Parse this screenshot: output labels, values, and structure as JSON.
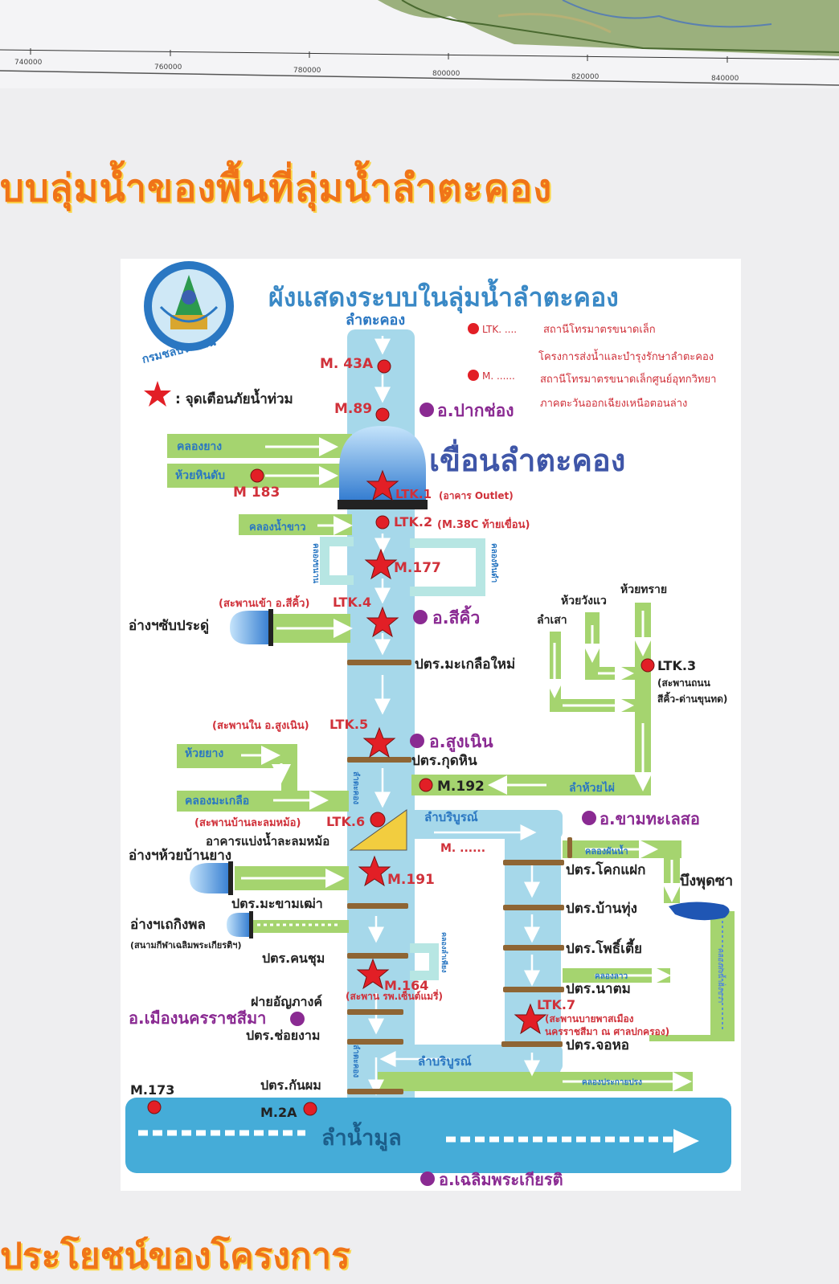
{
  "page_title": "บบลุ่มน้ำของพื้นที่ลุ่มน้ำลำตะคอง",
  "bottom_heading": "ประโยชน์ของโครงการ",
  "map_ticks": [
    "740000",
    "760000",
    "780000",
    "800000",
    "820000",
    "840000"
  ],
  "diagram": {
    "title": "ผังแสดงระบบในลุ่มน้ำลำตะคอง",
    "logo_text": "กรมชลประทาน",
    "river_top": "ลำตะคอง",
    "dam_label": "เขื่อนลำตะคอง",
    "legend": {
      "ltk_code": "LTK. ....",
      "ltk_line1": "สถานีโทรมาตรขนาดเล็ก",
      "ltk_line2": "โครงการส่งน้ำและบำรุงรักษาลำตะคอง",
      "m_code": "M. ......",
      "m_line1": "สถานีโทรมาตรขนาดเล็กศูนย์อุทกวิทยา",
      "m_line2": "ภาคตะวันออกเฉียงเหนือตอนล่าง",
      "flood_warning": ": จุดเตือนภัยน้ำท่วม"
    },
    "stations": {
      "m43a": "M. 43A",
      "m89": "M.89",
      "m183": "M 183",
      "ltk1": "LTK.1",
      "ltk1_note": "(อาคาร Outlet)",
      "ltk2": "LTK.2",
      "ltk2_note": "(M.38C ท้ายเขื่อน)",
      "m177": "M.177",
      "ltk4_note": "(สะพานเข้า อ.สีคิ้ว)",
      "ltk4": "LTK.4",
      "ltk3": "LTK.3",
      "ltk3_note1": "(สะพานถนน",
      "ltk3_note2": "สีคิ้ว-ด่านขุนทด)",
      "ltk5_note": "(สะพานใน อ.สูงเนิน)",
      "ltk5": "LTK.5",
      "m192": "M.192",
      "ltk6_note": "(สะพานบ้านละลมหม้อ)",
      "ltk6": "LTK.6",
      "m_blank": "M. ......",
      "m191": "M.191",
      "m164": "M.164",
      "m164_note": "(สะพาน รพ.เซ็นต์แมรี่)",
      "ltk7": "LTK.7",
      "ltk7_note1": "(สะพานบายพาสเมือง",
      "ltk7_note2": "นครราชสีมา ณ ศาลปกครอง)",
      "m173": "M.173",
      "m2a": "M.2A"
    },
    "districts": {
      "pak_chong": "อ.ปากช่อง",
      "sikhio": "อ.สีคิ้ว",
      "sung_noen": "อ.สูงเนิน",
      "kham_thale_so": "อ.ขามทะเลสอ",
      "mueang": "อ.เมืองนครราชสีมา",
      "chaloem": "อ.เฉลิมพระเกียรติ"
    },
    "tributaries": {
      "khlong_yang": "คลองยาง",
      "huai_hin_dap": "ห้วยหินดับ",
      "khlong_nam_khao": "คลองน้ำขาว",
      "khlong_left_loop": "คลองขนาน",
      "khlong_right_loop": "คลองหินดำ",
      "huai_wang_wae": "ห้วยวังแว",
      "huai_sai": "ห้วยทราย",
      "lam_sao": "ลำเสา",
      "huai_yang": "ห้วยยาง",
      "khlong_ma_kluea": "คลองมะเกลือ",
      "lam_huai_phai": "ลำห้วยไผ่",
      "lam_boriboon_top": "ลำบริบูรณ์",
      "lam_boriboon_bottom": "ลำบริบูรณ์",
      "khlong_phan_nam": "คลองผันน้ำ",
      "khlong_lao": "คลองลาว",
      "khlong_prakai": "คลองประกายปรง",
      "lam_takhong_side1": "ลำตะคอง",
      "lam_takhong_side2": "ลำตะคอง",
      "khlong_side_small": "คลองลำเพียง",
      "right_vertical": "คลองส่งน้ำฝั่งขวา"
    },
    "reservoirs": {
      "sap_pradu": "อ่างฯซับประดู่",
      "huai_ban_yang": "อ่างฯห้วยบ้านยาง",
      "koeng_phon": "อ่างฯเถกิงพล",
      "koeng_phon_note": "(สนามกีฬาเฉลิมพระเกียรติฯ)"
    },
    "regulators": {
      "ma_kluea_mai": "ปตร.มะเกลือใหม่",
      "kut_hin": "ปตร.กุดหิน",
      "lalom_mo": "อาคารแบ่งน้ำละลมหม้อ",
      "ma_kham_thao": "ปตร.มะขามเฒ่า",
      "khon_chum": "ปตร.คนชุม",
      "fai_anyang": "ฝายอัญภางค์",
      "choi_ngam": "ปตร.ช่อยงาม",
      "kan_phom": "ปตร.กันผม",
      "khok_faek": "ปตร.โคกแฝก",
      "ban_thung": "ปตร.บ้านทุ่ง",
      "pho_tia": "ปตร.โพธิ์เตี้ย",
      "na_tom": "ปตร.นาตม",
      "cho_ho": "ปตร.จอหอ"
    },
    "bueng_phutsa": "บึงพุดซา",
    "lam_nam_mun": "ลำน้ำมูล"
  },
  "colors": {
    "title_orange": "#f07418",
    "title_shadow": "#fbd64a",
    "river_blue": "#a6d8ea",
    "mun_blue": "#45acd8",
    "tributary_green": "#a5d46f",
    "station_red": "#e21f26",
    "district_purple": "#8a2a92",
    "regulator_brown": "#8e6534",
    "heading_blue": "#3a89c6"
  }
}
